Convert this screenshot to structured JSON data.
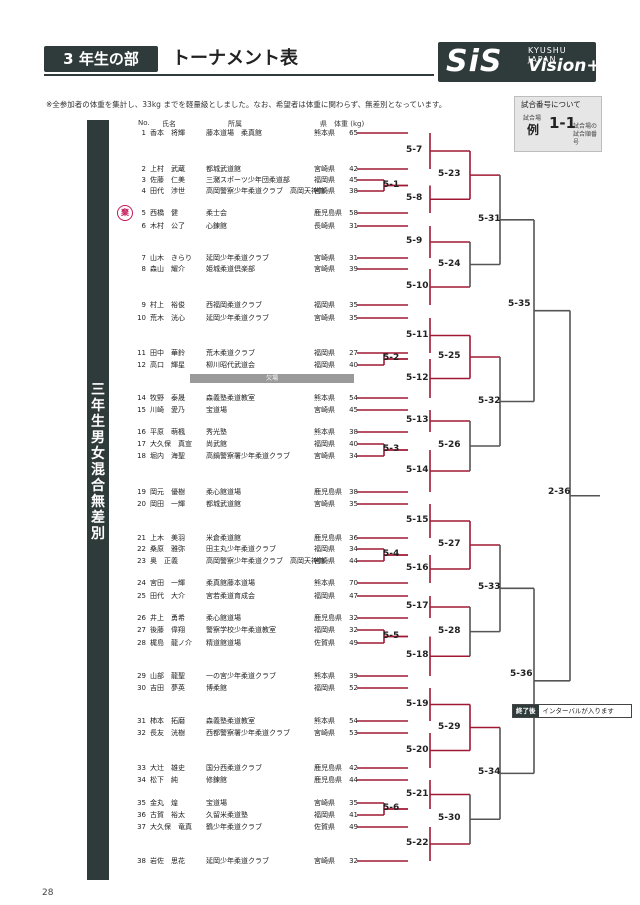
{
  "header": {
    "badge": "3 年生の部",
    "title": "トーナメント表",
    "logo_sis": "SiS",
    "logo_kyushu": "KYUSHU JAPAN",
    "logo_vision": "Vision+",
    "note": "※全参加者の体重を集計し、33kg までを軽量級としました。なお、希望者は体重に関わらず、無差別となっています。"
  },
  "match_box": {
    "title": "試合番号について",
    "label_round": "試合場",
    "example": "例",
    "number": "1-1",
    "label_order": "試合場の 試合順番号"
  },
  "sidebar": {
    "label": "三年生男女混合無差別"
  },
  "columns": {
    "no": "No.",
    "name": "氏名",
    "affiliation": "所属",
    "pref": "県",
    "weight": "体重 (kg)"
  },
  "withdrawn_mark": "棄",
  "no_entry_label": "欠場",
  "entrants": [
    {
      "no": "1",
      "name": "香本　将輝",
      "aff": "藤本道場　柔真館",
      "pref": "熊本県",
      "wt": "65"
    },
    {
      "no": "2",
      "name": "上村　武蔵",
      "aff": "都城武道館",
      "pref": "宮崎県",
      "wt": "42"
    },
    {
      "no": "3",
      "name": "佐藤　仁美",
      "aff": "三瀦スポーツ少年団柔道部",
      "pref": "福岡県",
      "wt": "45"
    },
    {
      "no": "4",
      "name": "田代　渉世",
      "aff": "高岡警察少年柔道クラブ　高岡天神館",
      "pref": "宮崎県",
      "wt": "38"
    },
    {
      "no": "5",
      "name": "西橋　健",
      "aff": "柔士会",
      "pref": "鹿児島県",
      "wt": "58"
    },
    {
      "no": "6",
      "name": "木村　公了",
      "aff": "心錬館",
      "pref": "長崎県",
      "wt": "31"
    },
    {
      "no": "7",
      "name": "山木　きらり",
      "aff": "延岡少年柔道クラブ",
      "pref": "宮崎県",
      "wt": "31"
    },
    {
      "no": "8",
      "name": "森山　耀介",
      "aff": "姫城柔道倶楽部",
      "pref": "宮崎県",
      "wt": "39"
    },
    {
      "no": "9",
      "name": "村上　裕俊",
      "aff": "西福岡柔道クラブ",
      "pref": "福岡県",
      "wt": "35"
    },
    {
      "no": "10",
      "name": "荒木　洸心",
      "aff": "延岡少年柔道クラブ",
      "pref": "宮崎県",
      "wt": "35"
    },
    {
      "no": "11",
      "name": "田中　華鈴",
      "aff": "荒木柔道クラブ",
      "pref": "福岡県",
      "wt": "27"
    },
    {
      "no": "12",
      "name": "高口　輝星",
      "aff": "柳川昭代武道会",
      "pref": "福岡県",
      "wt": "40"
    },
    {
      "no": "14",
      "name": "牧野　泰晟",
      "aff": "森義塾柔道教室",
      "pref": "熊本県",
      "wt": "54"
    },
    {
      "no": "15",
      "name": "川崎　愛乃",
      "aff": "宝道場",
      "pref": "宮崎県",
      "wt": "45"
    },
    {
      "no": "16",
      "name": "平原　萌楓",
      "aff": "秀光塾",
      "pref": "熊本県",
      "wt": "38"
    },
    {
      "no": "17",
      "name": "大久保　真宣",
      "aff": "尚武館",
      "pref": "福岡県",
      "wt": "40"
    },
    {
      "no": "18",
      "name": "堀内　海聖",
      "aff": "高鍋警察署少年柔道クラブ",
      "pref": "宮崎県",
      "wt": "34"
    },
    {
      "no": "19",
      "name": "岡元　優樹",
      "aff": "柔心館道場",
      "pref": "鹿児島県",
      "wt": "38"
    },
    {
      "no": "20",
      "name": "岡田　一輝",
      "aff": "都城武道館",
      "pref": "宮崎県",
      "wt": "35"
    },
    {
      "no": "21",
      "name": "上木　美羽",
      "aff": "米倉柔道館",
      "pref": "鹿児島県",
      "wt": "36"
    },
    {
      "no": "22",
      "name": "桑原　雅弥",
      "aff": "田主丸少年柔道クラブ",
      "pref": "福岡県",
      "wt": "34"
    },
    {
      "no": "23",
      "name": "奥　正義",
      "aff": "高岡警察少年柔道クラブ　高岡天神館",
      "pref": "宮崎県",
      "wt": "44"
    },
    {
      "no": "24",
      "name": "宮田　一輝",
      "aff": "柔真館藤本道場",
      "pref": "熊本県",
      "wt": "70"
    },
    {
      "no": "25",
      "name": "田代　大介",
      "aff": "宮若柔道育成会",
      "pref": "福岡県",
      "wt": "47"
    },
    {
      "no": "26",
      "name": "井上　勇希",
      "aff": "柔心館道場",
      "pref": "鹿児島県",
      "wt": "32"
    },
    {
      "no": "27",
      "name": "後藤　偉翔",
      "aff": "警察学校少年柔道教室",
      "pref": "福岡県",
      "wt": "32"
    },
    {
      "no": "28",
      "name": "梶島　龍ノ介",
      "aff": "精道館道場",
      "pref": "佐賀県",
      "wt": "49"
    },
    {
      "no": "29",
      "name": "山部　龍聖",
      "aff": "一の宮少年柔道クラブ",
      "pref": "熊本県",
      "wt": "39"
    },
    {
      "no": "30",
      "name": "吉田　夢英",
      "aff": "博柔館",
      "pref": "福岡県",
      "wt": "52"
    },
    {
      "no": "31",
      "name": "柿本　拓磨",
      "aff": "森義塾柔道教室",
      "pref": "熊本県",
      "wt": "54"
    },
    {
      "no": "32",
      "name": "長友　洸樹",
      "aff": "西都警察署少年柔道クラブ",
      "pref": "宮崎県",
      "wt": "53"
    },
    {
      "no": "33",
      "name": "大辻　雄史",
      "aff": "国分西柔道クラブ",
      "pref": "鹿児島県",
      "wt": "42"
    },
    {
      "no": "34",
      "name": "松下　純",
      "aff": "修錬館",
      "pref": "鹿児島県",
      "wt": "44"
    },
    {
      "no": "35",
      "name": "金丸　煌",
      "aff": "宝道場",
      "pref": "宮崎県",
      "wt": "35"
    },
    {
      "no": "36",
      "name": "古賀　裕太",
      "aff": "久留米柔道塾",
      "pref": "福岡県",
      "wt": "41"
    },
    {
      "no": "37",
      "name": "大久保　竜真",
      "aff": "鶴少年柔道クラブ",
      "pref": "佐賀県",
      "wt": "49"
    },
    {
      "no": "38",
      "name": "岩佐　思花",
      "aff": "延岡少年柔道クラブ",
      "pref": "宮崎県",
      "wt": "32"
    }
  ],
  "matches": {
    "m1": "5-1",
    "m2": "5-2",
    "m3": "5-3",
    "m4": "5-4",
    "m5": "5-5",
    "m6": "5-6",
    "m7": "5-7",
    "m8": "5-8",
    "m9": "5-9",
    "m10": "5-10",
    "m11": "5-11",
    "m12": "5-12",
    "m13": "5-13",
    "m14": "5-14",
    "m15": "5-15",
    "m16": "5-16",
    "m17": "5-17",
    "m18": "5-18",
    "m19": "5-19",
    "m20": "5-20",
    "m21": "5-21",
    "m22": "5-22",
    "m23": "5-23",
    "m24": "5-24",
    "m25": "5-25",
    "m26": "5-26",
    "m27": "5-27",
    "m28": "5-28",
    "m29": "5-29",
    "m30": "5-30",
    "m31": "5-31",
    "m32": "5-32",
    "m33": "5-33",
    "m34": "5-34",
    "m35": "5-35",
    "m36": "5-36",
    "final": "2-36"
  },
  "interval": {
    "tag": "終了後",
    "text": "インターバルが入ります"
  },
  "page_number": "28"
}
